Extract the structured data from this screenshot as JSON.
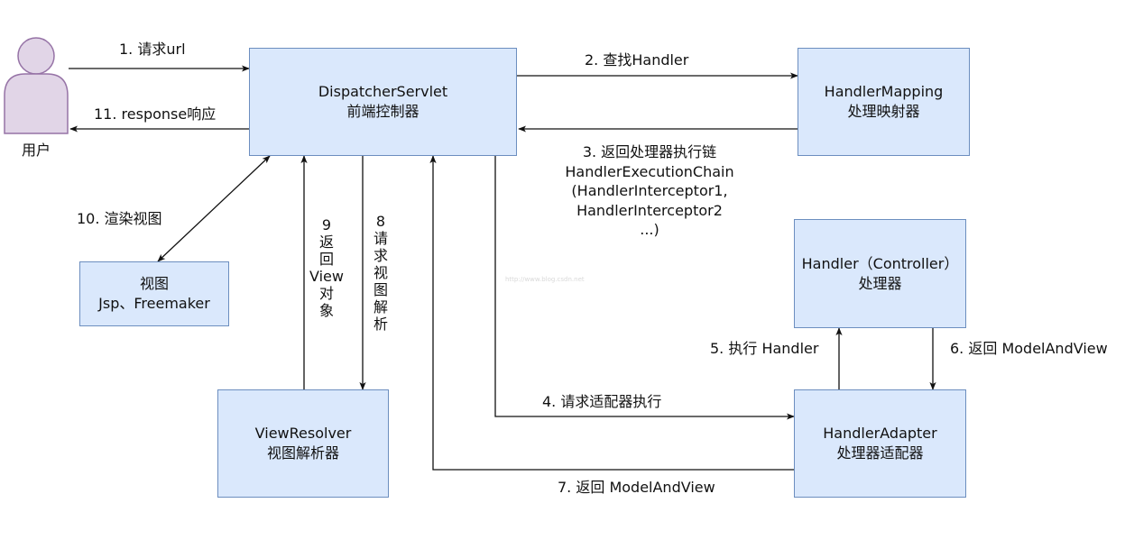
{
  "colors": {
    "box_fill": "#dae8fc",
    "box_border": "#6c8ebf",
    "user_fill": "#e1d5e7",
    "user_border": "#9673a6",
    "arrow": "#111111"
  },
  "actor": {
    "label": "用户",
    "icon": "person-icon"
  },
  "boxes": {
    "dispatcher": {
      "line1": "DispatcherServlet",
      "line2": "前端控制器"
    },
    "handler_mapping": {
      "line1": "HandlerMapping",
      "line2": "处理映射器"
    },
    "handler": {
      "line1": "Handler（Controller）",
      "line2": "处理器"
    },
    "handler_adapter": {
      "line1": "HandlerAdapter",
      "line2": "处理器适配器"
    },
    "view_resolver": {
      "line1": "ViewResolver",
      "line2": "视图解析器"
    },
    "view": {
      "line1": "视图",
      "line2": "Jsp、Freemaker"
    }
  },
  "steps": {
    "s1": "1. 请求url",
    "s2": "2. 查找Handler",
    "s3": [
      "3. 返回处理器执行链",
      "HandlerExecutionChain",
      "(HandlerInterceptor1,",
      "HandlerInterceptor2",
      "...)"
    ],
    "s4": "4. 请求适配器执行",
    "s5": "5. 执行 Handler",
    "s6": "6. 返回 ModelAndView",
    "s7": "7. 返回 ModelAndView",
    "s8": "8请求视图解析",
    "s9": "9返回View对象",
    "s10": "10. 渲染视图",
    "s11": "11. response响应"
  },
  "watermark": "http://www.blog.csdn.net"
}
